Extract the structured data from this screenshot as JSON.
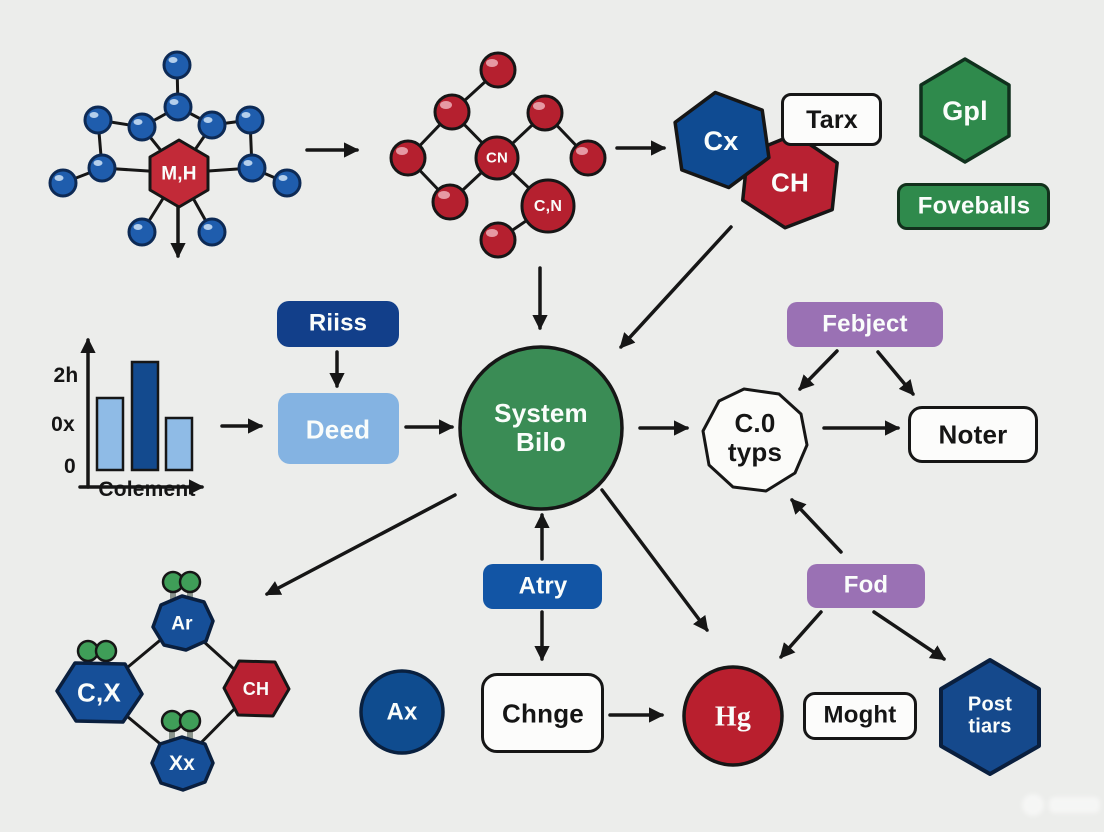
{
  "palette": {
    "background": "#ecedeb",
    "ink": "#161616",
    "dark_blue": "#134a8e",
    "light_blue": "#8fbbe6",
    "red": "#b82132",
    "green": "#3a8c55",
    "purple": "#9a71b4",
    "lollipop_green": "#3f9e58",
    "white_node": "#fcfcfb"
  },
  "molecule_top_left": {
    "center_label": "M,H"
  },
  "molecule_top_mid": {
    "center_label": "CN",
    "secondary_label": "C,N"
  },
  "hex_cluster": {
    "blue_hex": "Cx",
    "red_hex": "CH",
    "tag": "Tarx"
  },
  "top_right": {
    "hex": "Gpl",
    "pill": "Foveballs"
  },
  "chart_data": {
    "type": "bar",
    "values": [
      0.67,
      1.0,
      0.48
    ],
    "ylim": [
      0,
      1.2
    ],
    "y_ticks": [
      "2h",
      "0x",
      "0"
    ],
    "xlabel": "Colement",
    "bar_colors": [
      "#8fbbe6",
      "#134a8e",
      "#8fbbe6"
    ],
    "legend": "none",
    "grid": false
  },
  "flow": {
    "riiss": "Riiss",
    "deed": "Deed",
    "system_line1": "System",
    "system_line2": "Bilo",
    "febject": "Febject",
    "c0_line1": "C.0",
    "c0_line2": "typs",
    "noter": "Noter",
    "atry": "Atry",
    "ax": "Ax",
    "chnge": "Chnge",
    "hg": "Hg",
    "moght": "Moght",
    "fod": "Fod",
    "post_line1": "Post",
    "post_line2": "tiars"
  },
  "molecule_bottom_left": {
    "ar": "Ar",
    "cx": "C,X",
    "ch": "CH",
    "xx": "Xx"
  }
}
